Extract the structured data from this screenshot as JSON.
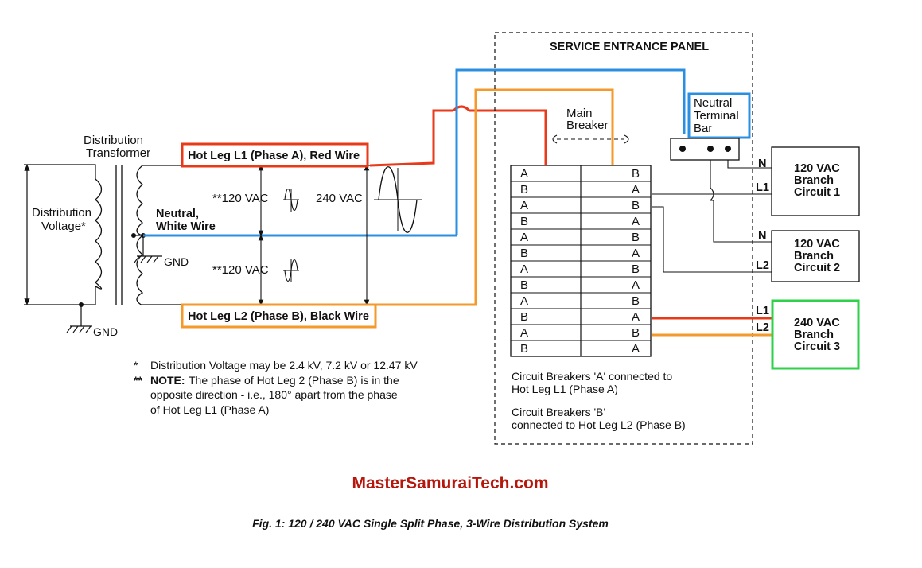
{
  "panel": {
    "title": "SERVICE ENTRANCE PANEL",
    "main_breaker": [
      "Main",
      "Breaker"
    ],
    "neutral_bar": [
      "Neutral",
      "Terminal",
      "Bar"
    ],
    "left_col": [
      "A",
      "B",
      "A",
      "B",
      "A",
      "B",
      "A",
      "B",
      "A",
      "B",
      "A",
      "B"
    ],
    "right_col": [
      "B",
      "A",
      "B",
      "A",
      "B",
      "A",
      "B",
      "A",
      "B",
      "A",
      "B",
      "A"
    ],
    "note_a": [
      "Circuit Breakers 'A' connected to",
      "Hot Leg L1 (Phase A)"
    ],
    "note_b": [
      "Circuit Breakers 'B'",
      "connected to Hot Leg L2 (Phase B)"
    ]
  },
  "transformer": {
    "title": [
      "Distribution",
      "Transformer"
    ],
    "voltage_label": [
      "Distribution",
      "Voltage*"
    ],
    "gnd": "GND"
  },
  "wires": {
    "l1_label": "Hot Leg L1 (Phase A), Red Wire",
    "neutral_label": [
      "Neutral,",
      "White Wire"
    ],
    "l2_label": "Hot Leg L2 (Phase B), Black Wire",
    "v120_top": "**120 VAC",
    "v120_bot": "**120 VAC",
    "v240": "240 VAC"
  },
  "branches": {
    "b1": [
      "120 VAC",
      "Branch",
      "Circuit 1"
    ],
    "b2": [
      "120 VAC",
      "Branch",
      "Circuit 2"
    ],
    "b3": [
      "240 VAC",
      "Branch",
      "Circuit 3"
    ],
    "n": "N",
    "l1": "L1",
    "l2": "L2"
  },
  "notes": {
    "star": "*",
    "note1": "Distribution Voltage may be 2.4 kV, 7.2 kV or 12.47 kV",
    "star2": "**",
    "note_bold": "NOTE:",
    "note2a": "The phase of Hot Leg 2 (Phase B) is in the",
    "note2b": "opposite direction - i.e., 180° apart from the phase",
    "note2c": "of Hot Leg L1 (Phase A)"
  },
  "watermark": "MasterSamuraiTech.com",
  "caption": "Fig. 1: 120 / 240 VAC Single Split Phase, 3-Wire Distribution System",
  "colors": {
    "red": "#e8391a",
    "blue": "#2b8fe0",
    "orange": "#f39a2b",
    "green": "#2fd04a",
    "watermark": "#b5170d"
  }
}
